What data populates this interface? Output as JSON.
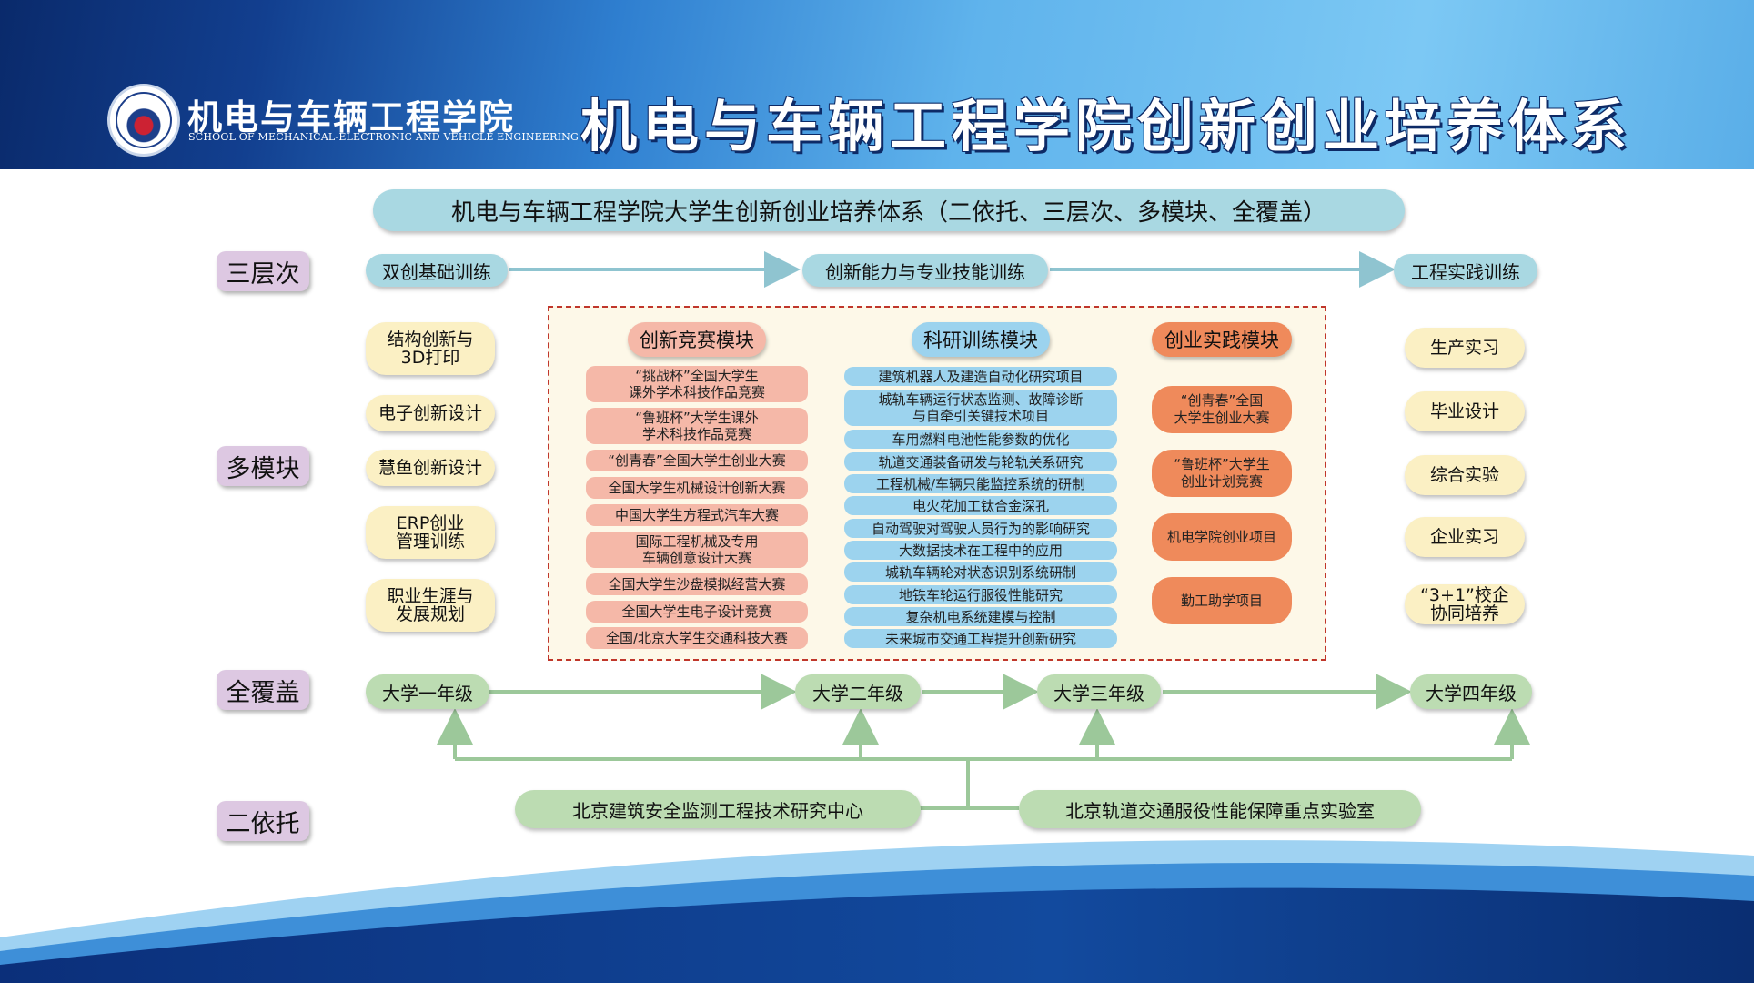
{
  "header": {
    "logo_cn": "机电与车辆工程学院",
    "logo_en": "SCHOOL OF MECHANICAL-ELECTRONIC AND VEHICLE ENGINEERING",
    "title": "机电与车辆工程学院创新创业培养体系"
  },
  "subtitle": "机电与车辆工程学院大学生创新创业培养体系（二依托、三层次、多模块、全覆盖）",
  "levels": {
    "sanceng": "三层次",
    "duomokuai": "多模块",
    "quanfugai": "全覆盖",
    "eryituo": "二依托"
  },
  "tiers": [
    "双创基础训练",
    "创新能力与专业技能训练",
    "工程实践训练"
  ],
  "left_modules": [
    "结构创新与\n3D打印",
    "电子创新设计",
    "慧鱼创新设计",
    "ERP创业\n管理训练",
    "职业生涯与\n发展规划"
  ],
  "right_modules": [
    "生产实习",
    "毕业设计",
    "综合实验",
    "企业实习",
    "“3+1”校企\n协同培养"
  ],
  "columns": {
    "competition": {
      "title": "创新竞赛模块",
      "items": [
        "“挑战杯”全国大学生\n课外学术科技作品竞赛",
        "“鲁班杯”大学生课外\n学术科技作品竞赛",
        "“创青春”全国大学生创业大赛",
        "全国大学生机械设计创新大赛",
        "中国大学生方程式汽车大赛",
        "国际工程机械及专用\n车辆创意设计大赛",
        "全国大学生沙盘模拟经营大赛",
        "全国大学生电子设计竞赛",
        "全国/北京大学生交通科技大赛"
      ]
    },
    "research": {
      "title": "科研训练模块",
      "items": [
        "建筑机器人及建造自动化研究项目",
        "城轨车辆运行状态监测、故障诊断\n与自牵引关键技术项目",
        "车用燃料电池性能参数的优化",
        "轨道交通装备研发与轮轨关系研究",
        "工程机械/车辆只能监控系统的研制",
        "电火花加工钛合金深孔",
        "自动驾驶对驾驶人员行为的影响研究",
        "大数据技术在工程中的应用",
        "城轨车辆轮对状态识别系统研制",
        "地铁车轮运行服役性能研究",
        "复杂机电系统建模与控制",
        "未来城市交通工程提升创新研究"
      ]
    },
    "startup": {
      "title": "创业实践模块",
      "items": [
        "“创青春”全国\n大学生创业大赛",
        "“鲁班杯”大学生\n创业计划竞赛",
        "机电学院创业项目",
        "勤工助学项目"
      ]
    }
  },
  "years": [
    "大学一年级",
    "大学二年级",
    "大学三年级",
    "大学四年级"
  ],
  "supports": [
    "北京建筑安全监测工程技术研究中心",
    "北京轨道交通服役性能保障重点实验室"
  ],
  "colors": {
    "banner_dark": "#0a2a6b",
    "banner_light": "#7cc8f4",
    "teal_pill": "#a9d8e2",
    "green_pill": "#bcdcb2",
    "cream_pill": "#fbf0c4",
    "level_label": "#ddc8e2",
    "pink_item": "#f5b8a8",
    "blue_item": "#9cd3ee",
    "orange_item": "#ef8a5b",
    "dashed_border": "#c0362b"
  }
}
